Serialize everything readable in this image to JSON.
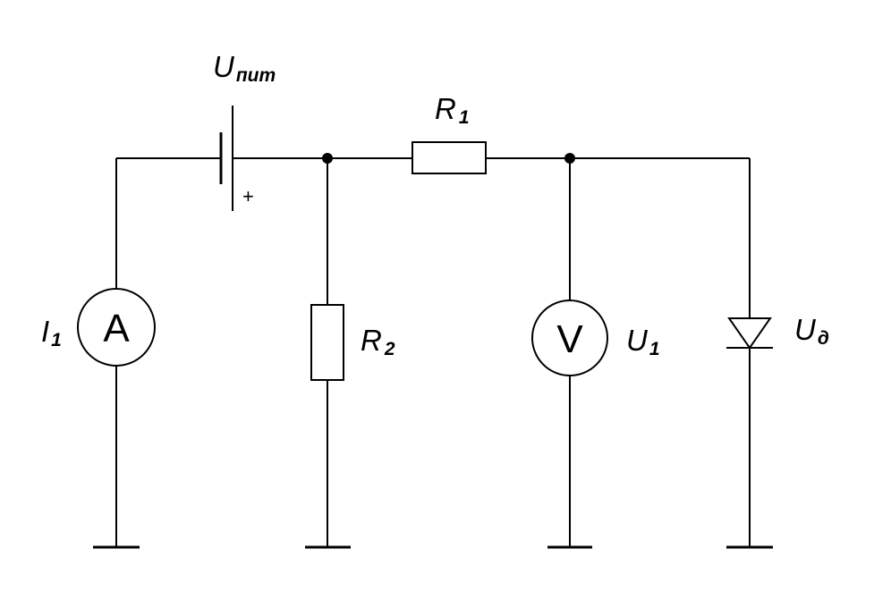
{
  "components": {
    "battery": {
      "label_main": "U",
      "label_sub": "пит",
      "polarity": "+"
    },
    "r1": {
      "label_main": "R",
      "label_sub": "1"
    },
    "r2": {
      "label_main": "R",
      "label_sub": "2"
    },
    "ammeter": {
      "symbol": "A",
      "label_main": "I",
      "label_sub": "1"
    },
    "voltmeter": {
      "symbol": "V",
      "label_main": "U",
      "label_sub": "1"
    },
    "diode": {
      "label_main": "U",
      "label_sub": "д"
    }
  },
  "colors": {
    "wire": "#000000",
    "background": "#ffffff"
  }
}
